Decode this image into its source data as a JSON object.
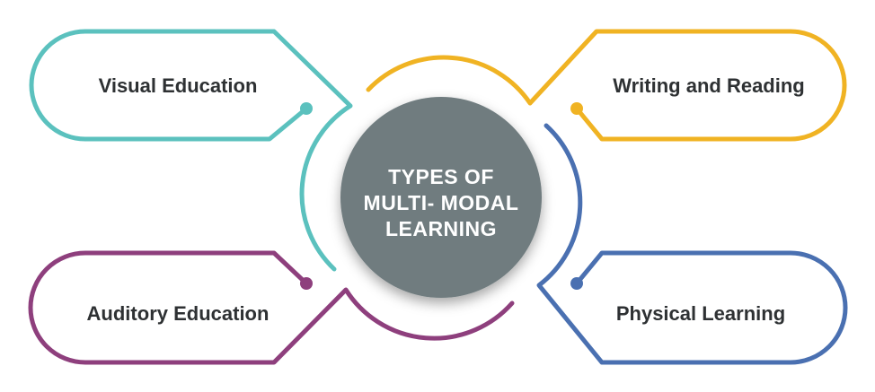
{
  "center": {
    "title_lines": [
      "TYPES OF",
      "MULTI- MODAL",
      "LEARNING"
    ],
    "fill_color": "#6f7c7f"
  },
  "items": [
    {
      "label": "Visual Education",
      "color": "#5bc1be"
    },
    {
      "label": "Writing and Reading",
      "color": "#f0b323"
    },
    {
      "label": "Auditory Education",
      "color": "#8e3f7d"
    },
    {
      "label": "Physical Learning",
      "color": "#4a70b1"
    }
  ]
}
